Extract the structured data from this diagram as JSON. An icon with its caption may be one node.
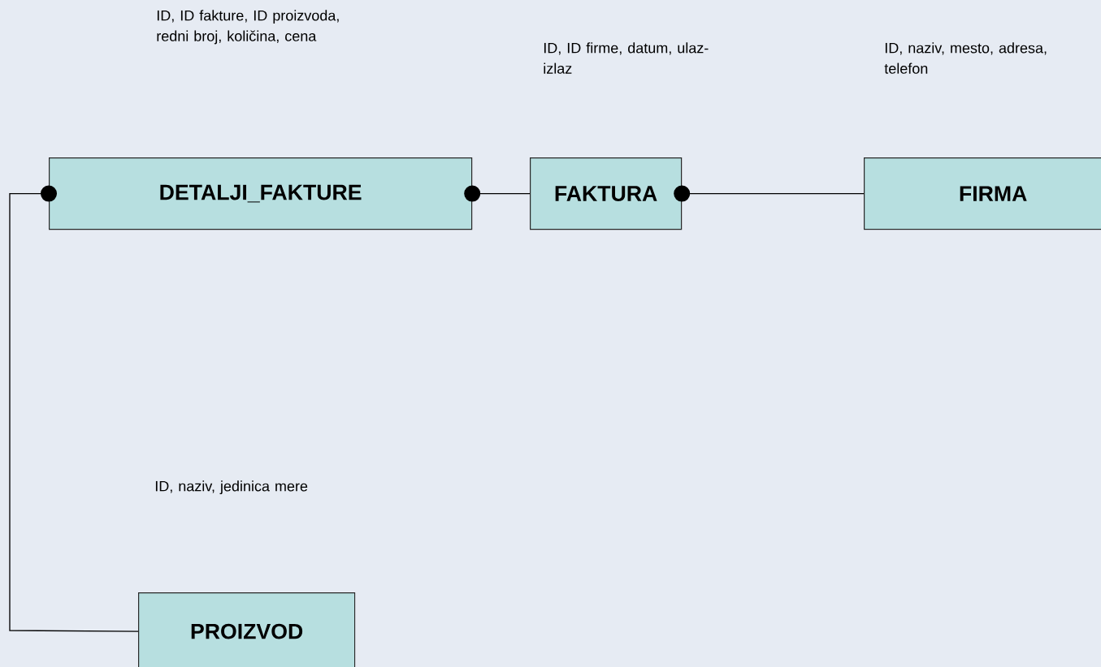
{
  "diagram": {
    "nodes": [
      {
        "text": [
          "DETALJI_FAKTURE"
        ]
      },
      {
        "text": [
          "FAKTURA"
        ]
      },
      {
        "text": [
          "FIRMA"
        ]
      },
      {
        "text": [
          "PROIZVOD"
        ]
      }
    ],
    "edges": [
      {
        "from": 1,
        "to": 0,
        "arrow": "other"
      },
      {
        "from": 2,
        "to": 1,
        "arrow": "other"
      },
      {
        "from": 3,
        "to": 0,
        "arrow": "other"
      }
    ],
    "labels": [
      "ID, ID fakture, ID proizvoda, redni broj, količina, cena",
      "ID, ID firme, datum, ulaz-izlaz",
      "ID, naziv, mesto, adresa, telefon",
      "ID, naziv, jedinica mere"
    ]
  }
}
